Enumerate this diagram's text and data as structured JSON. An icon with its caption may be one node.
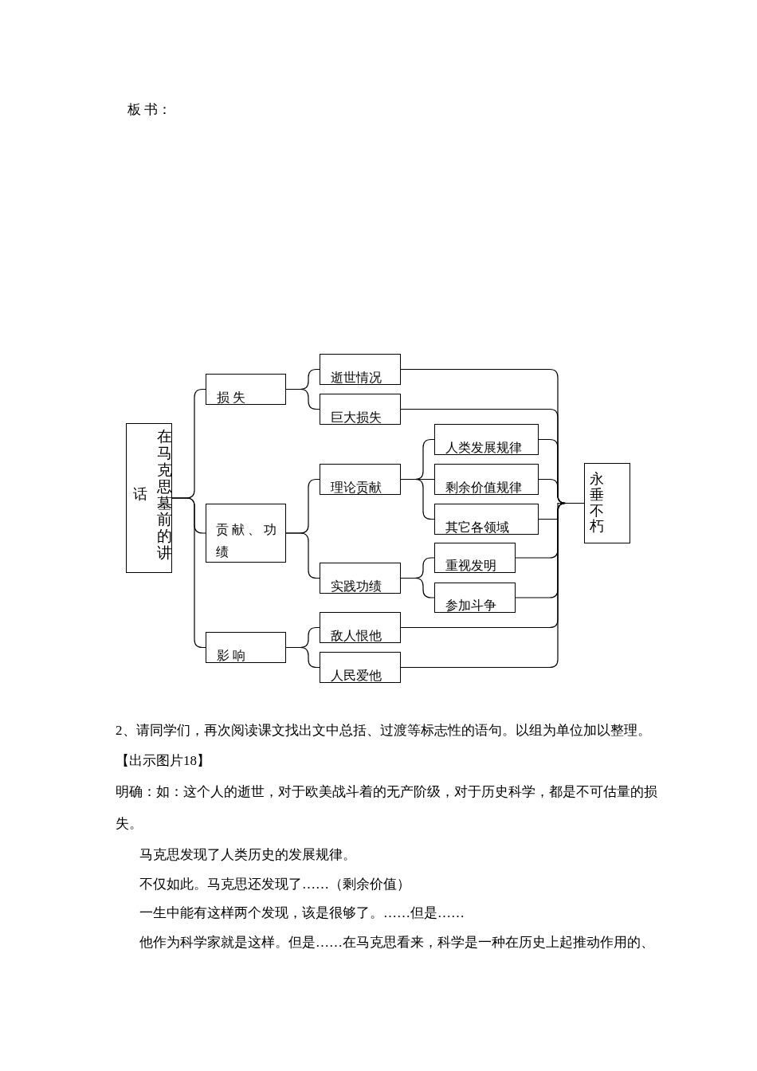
{
  "diagram": {
    "nodes": [
      {
        "text": [
          "话",
          "在马克思墓前的讲"
        ]
      },
      {
        "text": [
          "损 失"
        ]
      },
      {
        "text": [
          "贡 献 、 功绩"
        ]
      },
      {
        "text": [
          "影 响"
        ]
      },
      {
        "text": [
          "逝世情况"
        ]
      },
      {
        "text": [
          "巨大损失"
        ]
      },
      {
        "text": [
          "理论贡献"
        ]
      },
      {
        "text": [
          "实践功绩"
        ]
      },
      {
        "text": [
          "敌人恨他"
        ]
      },
      {
        "text": [
          "人民爱他"
        ]
      },
      {
        "text": [
          "人类发展规律"
        ]
      },
      {
        "text": [
          "剩余价值规律"
        ]
      },
      {
        "text": [
          "其它各领域"
        ]
      },
      {
        "text": [
          "重视发明"
        ]
      },
      {
        "text": [
          "参加斗争"
        ]
      },
      {
        "text": [
          "永垂不朽"
        ]
      }
    ],
    "edges": [
      {
        "from": 0,
        "to": 1,
        "arrow": "none"
      },
      {
        "from": 0,
        "to": 2,
        "arrow": "none"
      },
      {
        "from": 0,
        "to": 3,
        "arrow": "none"
      },
      {
        "from": 1,
        "to": 4,
        "arrow": "none"
      },
      {
        "from": 1,
        "to": 5,
        "arrow": "none"
      },
      {
        "from": 2,
        "to": 6,
        "arrow": "none"
      },
      {
        "from": 2,
        "to": 7,
        "arrow": "none"
      },
      {
        "from": 3,
        "to": 8,
        "arrow": "none"
      },
      {
        "from": 3,
        "to": 9,
        "arrow": "none"
      },
      {
        "from": 6,
        "to": 10,
        "arrow": "none"
      },
      {
        "from": 6,
        "to": 11,
        "arrow": "none"
      },
      {
        "from": 6,
        "to": 12,
        "arrow": "none"
      },
      {
        "from": 7,
        "to": 13,
        "arrow": "none"
      },
      {
        "from": 7,
        "to": 14,
        "arrow": "none"
      },
      {
        "from": 4,
        "to": 15,
        "arrow": "none"
      },
      {
        "from": 5,
        "to": 15,
        "arrow": "none"
      },
      {
        "from": 10,
        "to": 15,
        "arrow": "none"
      },
      {
        "from": 11,
        "to": 15,
        "arrow": "none"
      },
      {
        "from": 12,
        "to": 15,
        "arrow": "none"
      },
      {
        "from": 13,
        "to": 15,
        "arrow": "none"
      },
      {
        "from": 14,
        "to": 15,
        "arrow": "none"
      },
      {
        "from": 8,
        "to": 15,
        "arrow": "none"
      },
      {
        "from": 9,
        "to": 15,
        "arrow": "none"
      }
    ],
    "labels": [
      "板 书：",
      "2、请同学们，再次阅读课文找出文中总括、过渡等标志性的语句。以组为单位加以整理。",
      "【出示图片18】",
      "明确：如：这个人的逝世，对于欧美战斗着的无产阶级，对于历史科学，都是不可估量的损失。",
      "马克思发现了人类历史的发展规律。",
      "不仅如此。马克思还发现了……（剩余价值）",
      "一生中能有这样两个发现，该是很够了。……但是……",
      "他作为科学家就是这样。但是……在马克思看来，科学是一种在历史上起推动作用的、"
    ]
  }
}
